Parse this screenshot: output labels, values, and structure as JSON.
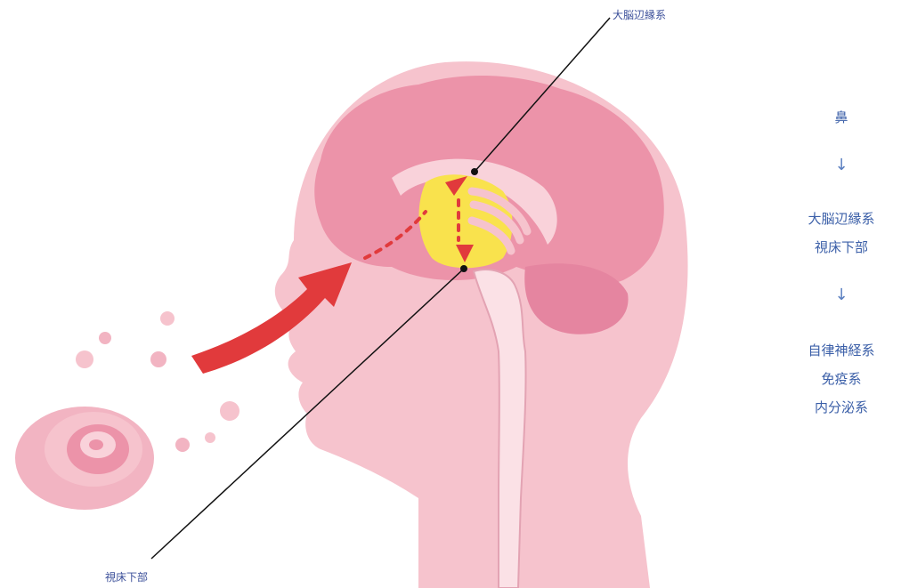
{
  "callouts": {
    "limbic_system": "大脳辺縁系",
    "hypothalamus": "視床下部"
  },
  "flow": {
    "step1": "鼻",
    "arrow": "↓",
    "step2_line1": "大脳辺縁系",
    "step2_line2": "視床下部",
    "step3_line1": "自律神経系",
    "step3_line2": "免疫系",
    "step3_line3": "内分泌系"
  },
  "colors": {
    "skin": "#f6c3cd",
    "brain": "#ec93a9",
    "limbic": "#f9e24d",
    "arrow": "#e13a3c",
    "text": "#3b5fa8"
  }
}
